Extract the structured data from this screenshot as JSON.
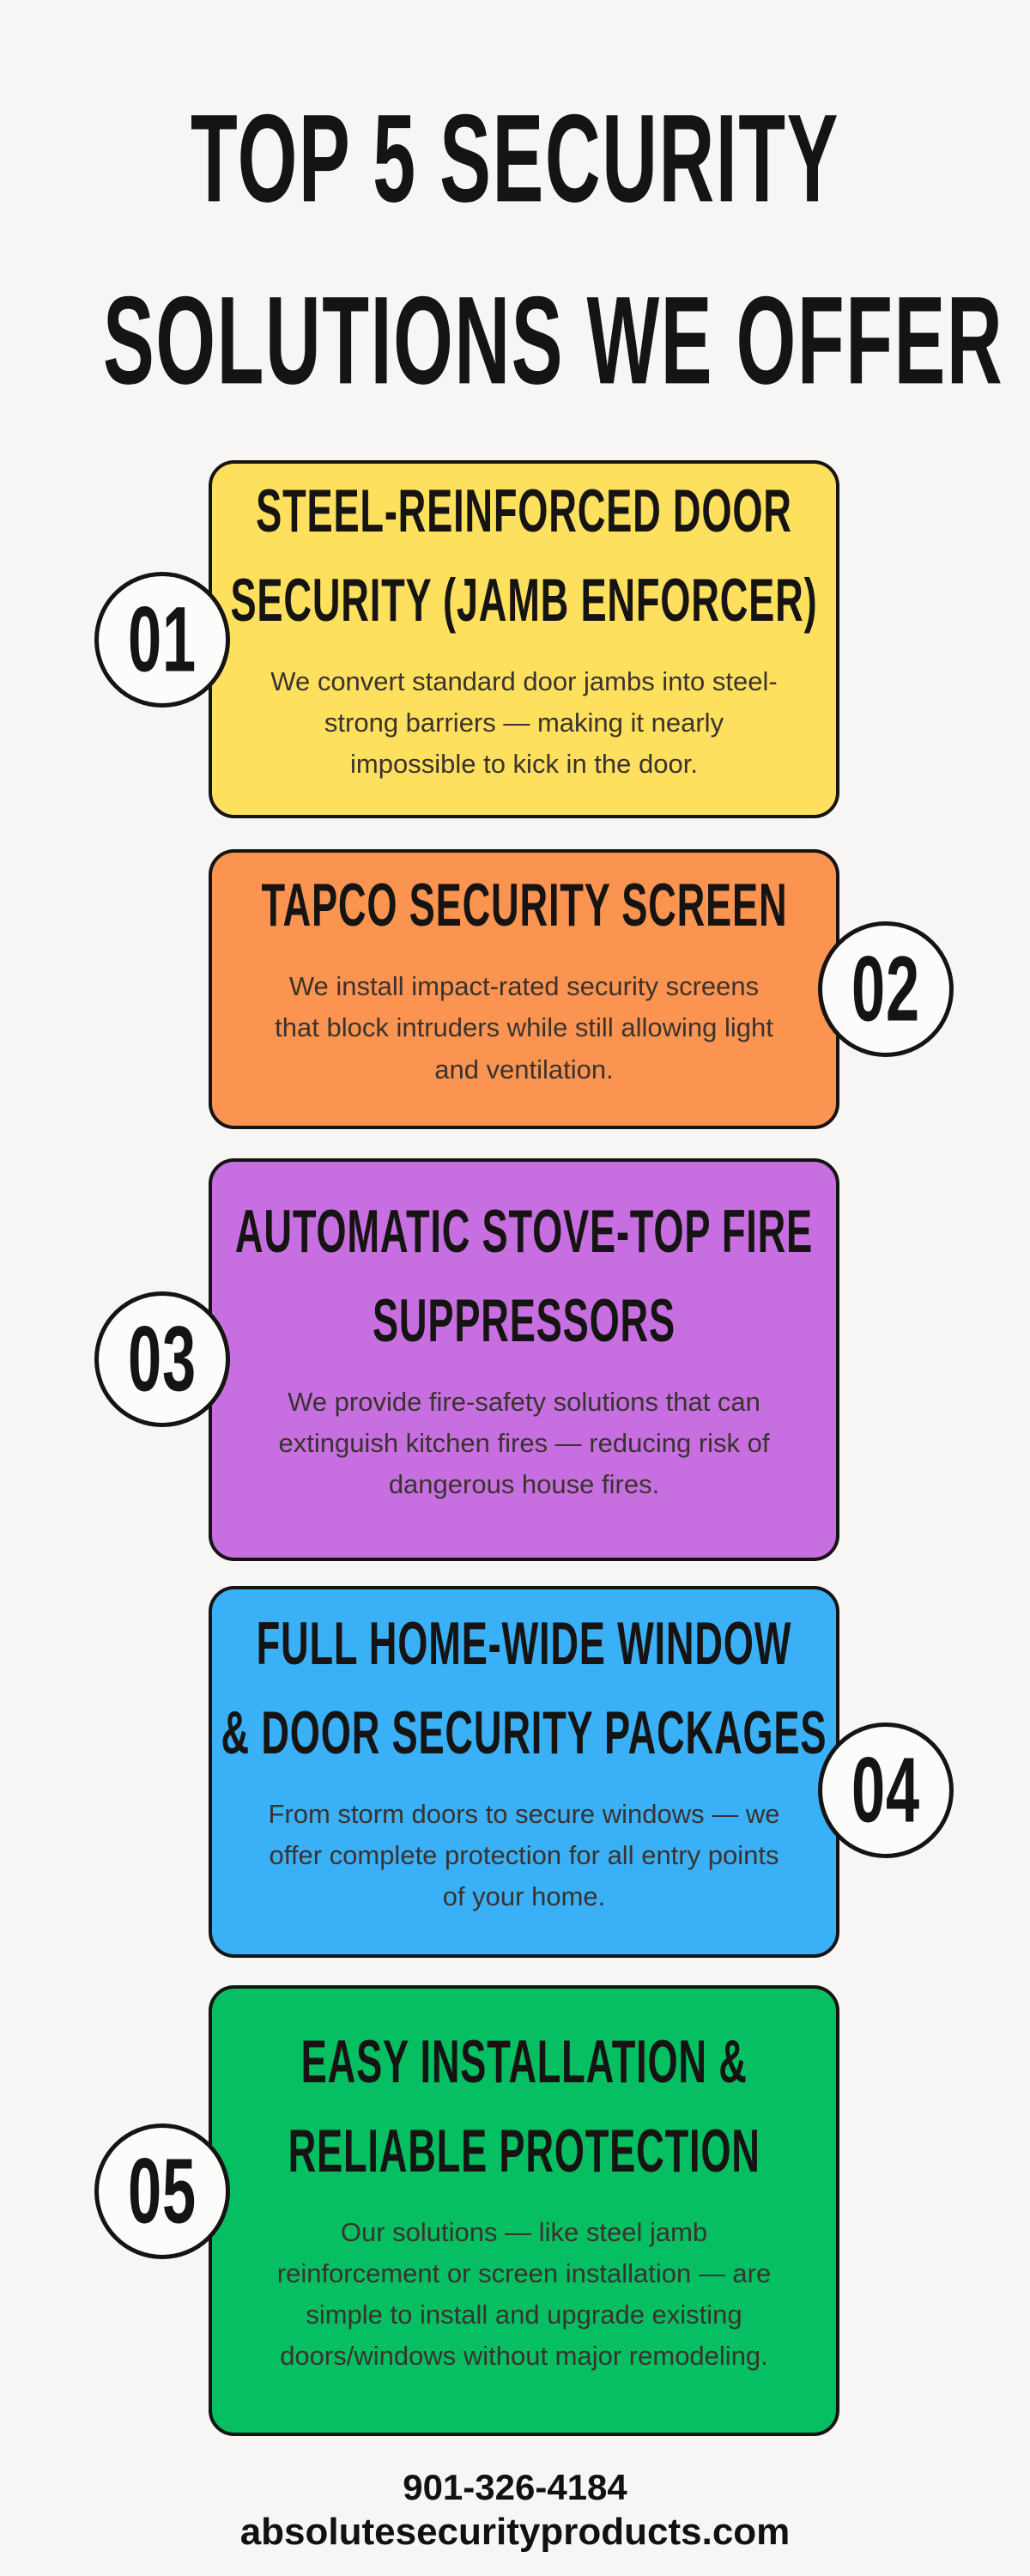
{
  "page": {
    "background": "#f7f6f4",
    "ink": "#161412"
  },
  "title": {
    "lines": [
      "TOP 5 SECURITY",
      "SOLUTIONS WE OFFER"
    ]
  },
  "cards": [
    {
      "number": "01",
      "color": "#fde05e",
      "circle_side": "left",
      "title_lines": [
        "STEEL-REINFORCED DOOR",
        "SECURITY (JAMB ENFORCER)"
      ],
      "body": "We convert standard door jambs into steel-strong barriers — making it nearly impossible to kick in the door."
    },
    {
      "number": "02",
      "color": "#fb9450",
      "circle_side": "right",
      "title_lines": [
        "TAPCO SECURITY SCREEN"
      ],
      "body": "We install impact-rated security screens that block intruders while still allowing light and ventilation."
    },
    {
      "number": "03",
      "color": "#c76fe0",
      "circle_side": "left",
      "title_lines": [
        "AUTOMATIC STOVE-TOP FIRE",
        "SUPPRESSORS"
      ],
      "body": "We provide fire-safety solutions that can extinguish kitchen fires — reducing risk of dangerous house fires."
    },
    {
      "number": "04",
      "color": "#3ab0f7",
      "circle_side": "right",
      "title_lines": [
        "FULL HOME-WIDE WINDOW",
        "& DOOR SECURITY PACKAGES"
      ],
      "body": "From storm doors to secure windows — we offer complete protection for all entry points of your home."
    },
    {
      "number": "05",
      "color": "#06bf62",
      "circle_side": "left",
      "title_lines": [
        "EASY INSTALLATION &",
        "RELIABLE PROTECTION"
      ],
      "body": "Our solutions — like steel jamb reinforcement or screen installation — are simple to install and upgrade existing doors/windows without major remodeling."
    }
  ],
  "footer": {
    "phone": "901-326-4184",
    "website": "absolutesecurityproducts.com"
  }
}
